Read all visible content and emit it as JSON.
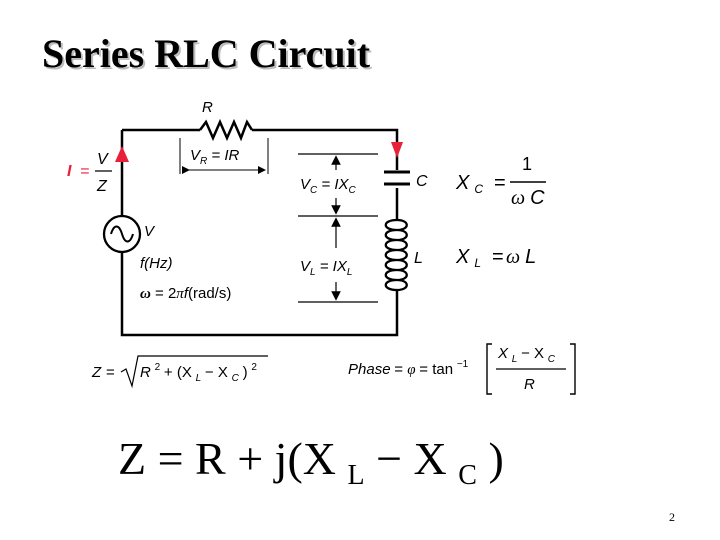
{
  "slide": {
    "title": "Series RLC Circuit",
    "page_number": "2"
  },
  "diagram": {
    "resistor_label": "R",
    "vr_eq": {
      "V": "V",
      "sub": "R",
      "rest": " = IR"
    },
    "capacitor_label": "C",
    "inductor_label": "L",
    "vc_eq": {
      "V": "V",
      "sub1": "C",
      "mid": " = IX",
      "sub2": "C"
    },
    "vl_eq": {
      "V": "V",
      "sub1": "L",
      "mid": " = IX",
      "sub2": "L"
    },
    "current_eq": {
      "I": "I",
      "eq": "=",
      "num": "V",
      "den": "Z"
    },
    "source_label": "V",
    "freq_eq": "f(Hz)",
    "omega_eq": {
      "omega": "ω",
      "eq": " = 2",
      "pi": "π",
      "f": "f",
      "unit": "(rad/s)"
    },
    "xc_eq": {
      "X": "X",
      "sub": "C",
      "eq": "=",
      "num": "1",
      "den_w": "ω",
      "den_c": "C"
    },
    "xl_eq": {
      "X": "X",
      "sub": "L",
      "eq": "=",
      "rhs_w": "ω",
      "rhs_l": "L"
    },
    "impedance_mag": {
      "Z": "Z",
      "eq": "=",
      "R": "R",
      "sq1": "2",
      "plus": "+ (X",
      "sl": "L",
      "minus": " − X",
      "sc": "C",
      "close": ")",
      "sq2": "2"
    },
    "phase_eq": {
      "label": "Phase",
      "eq1": " = ",
      "phi": "φ",
      "eq2": " = tan",
      "inv": "−1",
      "num_a": "X",
      "num_sa": "L",
      "num_m": " − X",
      "num_sb": "C",
      "den": "R"
    },
    "complex_impedance": {
      "lhs": "Z = R + j(X",
      "sub_l": "L",
      "minus": " − X",
      "sub_c": "C",
      "close": " )"
    }
  },
  "colors": {
    "current_arrow": "#e8203a",
    "wire": "#000000",
    "title_shadow": "#bdbdbd"
  }
}
